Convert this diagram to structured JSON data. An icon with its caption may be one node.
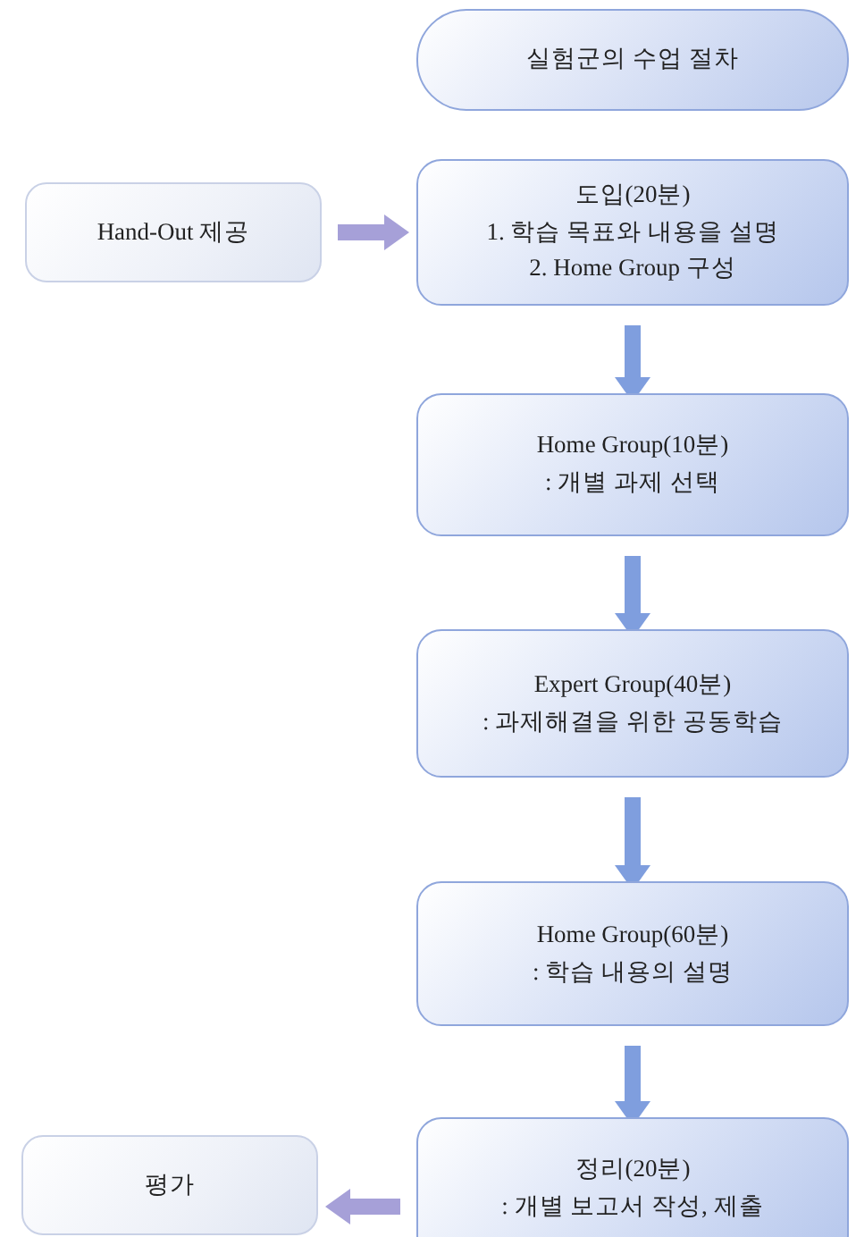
{
  "diagram": {
    "nodes": [
      {
        "text": [
          "실험군의 수업 절차"
        ]
      },
      {
        "text": [
          "Hand-Out 제공"
        ]
      },
      {
        "text": [
          "도입(20분)",
          "1. 학습 목표와 내용을 설명",
          "2. Home Group 구성"
        ]
      },
      {
        "text": [
          "Home Group(10분)",
          ": 개별 과제 선택"
        ]
      },
      {
        "text": [
          "Expert Group(40분)",
          ": 과제해결을 위한 공동학습"
        ]
      },
      {
        "text": [
          "Home Group(60분)",
          ": 학습 내용의 설명"
        ]
      },
      {
        "text": [
          "정리(20분)",
          ": 개별 보고서 작성, 제출"
        ]
      },
      {
        "text": [
          "평가"
        ]
      }
    ],
    "edges": [
      {
        "from": 1,
        "to": 2,
        "arrow": "to",
        "color": "#a6a0d8"
      },
      {
        "from": 2,
        "to": 3,
        "arrow": "to"
      },
      {
        "from": 3,
        "to": 4,
        "arrow": "to"
      },
      {
        "from": 4,
        "to": 5,
        "arrow": "to"
      },
      {
        "from": 5,
        "to": 6,
        "arrow": "to"
      },
      {
        "from": 6,
        "to": 7,
        "arrow": "to",
        "color": "#a6a0d8"
      }
    ]
  }
}
